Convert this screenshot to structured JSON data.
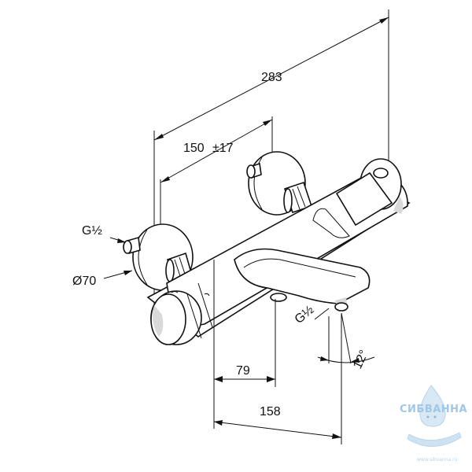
{
  "dimensions": {
    "overall_width": "283",
    "spacing": "150",
    "spacing_tolerance": "±17",
    "spout_offset": "79",
    "outlet_offset": "158",
    "angle": "12°",
    "flange_diameter": "Ø70",
    "inlet_thread": "G½",
    "outlet_thread": "G½"
  },
  "logo": {
    "name": "СИБВАННА",
    "url": "www.sibvanna.ru"
  },
  "colors": {
    "line": "#111111",
    "shade": "#d9d9d9",
    "logo": "#9fc7e6"
  }
}
